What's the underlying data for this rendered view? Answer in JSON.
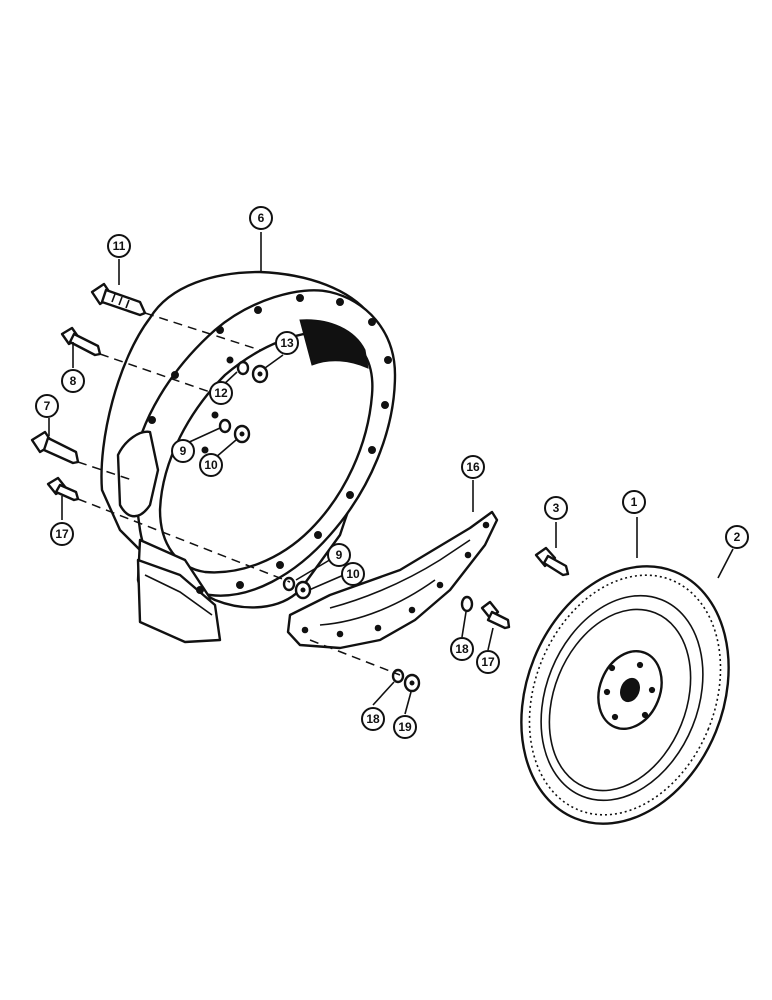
{
  "callouts": [
    {
      "id": "callout-1",
      "label": "1"
    },
    {
      "id": "callout-2",
      "label": "2"
    },
    {
      "id": "callout-3",
      "label": "3"
    },
    {
      "id": "callout-6",
      "label": "6"
    },
    {
      "id": "callout-7",
      "label": "7"
    },
    {
      "id": "callout-8",
      "label": "8"
    },
    {
      "id": "callout-9a",
      "label": "9"
    },
    {
      "id": "callout-9b",
      "label": "9"
    },
    {
      "id": "callout-10a",
      "label": "10"
    },
    {
      "id": "callout-10b",
      "label": "10"
    },
    {
      "id": "callout-11",
      "label": "11"
    },
    {
      "id": "callout-12",
      "label": "12"
    },
    {
      "id": "callout-13",
      "label": "13"
    },
    {
      "id": "callout-16",
      "label": "16"
    },
    {
      "id": "callout-17a",
      "label": "17"
    },
    {
      "id": "callout-17b",
      "label": "17"
    },
    {
      "id": "callout-18a",
      "label": "18"
    },
    {
      "id": "callout-18b",
      "label": "18"
    },
    {
      "id": "callout-19",
      "label": "19"
    }
  ]
}
